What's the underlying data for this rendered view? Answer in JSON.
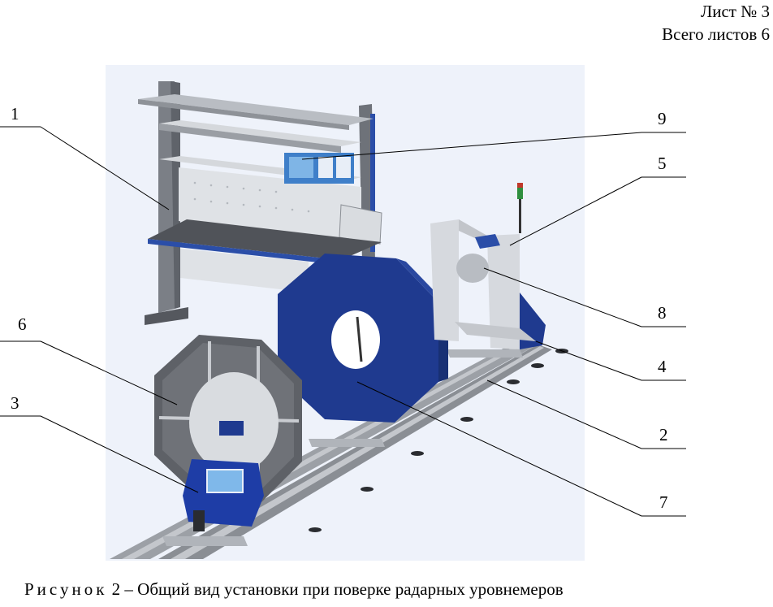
{
  "header": {
    "sheet_label": "Лист № 3",
    "total_label": "Всего листов 6"
  },
  "callouts": [
    "1",
    "9",
    "5",
    "6",
    "8",
    "4",
    "3",
    "2",
    "7"
  ],
  "caption": {
    "prefix": "Рисунок",
    "text": " 2 – Общий вид установки при поверке радарных уровнемеров"
  },
  "colors": {
    "panel_blue": "#1f3a8f",
    "frame_gray": "#8a8e94",
    "plate_gray": "#c8cbd0",
    "background_blue": "#e9eef8",
    "dark_plate": "#5a5d62"
  }
}
